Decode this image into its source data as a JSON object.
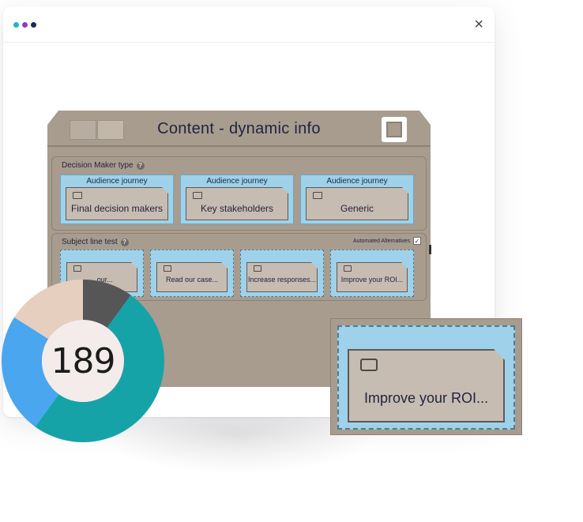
{
  "colors": {
    "dot_1": "#1fb5c9",
    "dot_2": "#8b3fc7",
    "dot_3": "#1e2a55",
    "panel_bg": "#a89c8e",
    "card_blue": "#9fd2ea",
    "card_inner": "#c7bcb1"
  },
  "window": {
    "close_icon": "close-icon",
    "close_glyph": "×"
  },
  "panel": {
    "title": "Content - dynamic info",
    "decision_section": {
      "label": "Decision Maker type",
      "info_glyph": "?",
      "cards": [
        {
          "title": "Audience journey",
          "value": "Final decision makers"
        },
        {
          "title": "Audience journey",
          "value": "Key stakeholders"
        },
        {
          "title": "Audience journey",
          "value": "Generic"
        }
      ]
    },
    "subject_section": {
      "label": "Subject line test",
      "info_glyph": "?",
      "automated_label": "Automated Alternatives",
      "automated_checked": true,
      "check_glyph": "✓",
      "cards": [
        {
          "value": "...our..."
        },
        {
          "value": "Read our case..."
        },
        {
          "value": "Increase responses..."
        },
        {
          "value": "Improve your ROI..."
        }
      ]
    }
  },
  "zoom_card": {
    "value": "Improve your ROI..."
  },
  "donut": {
    "center_value": "189",
    "segments": [
      {
        "fraction": 0.1,
        "color": "#565656"
      },
      {
        "fraction": 0.5,
        "color": "#16a3a8"
      },
      {
        "fraction": 0.24,
        "color": "#4aa6ee"
      },
      {
        "fraction": 0.16,
        "color": "#e7cfc0"
      }
    ]
  }
}
